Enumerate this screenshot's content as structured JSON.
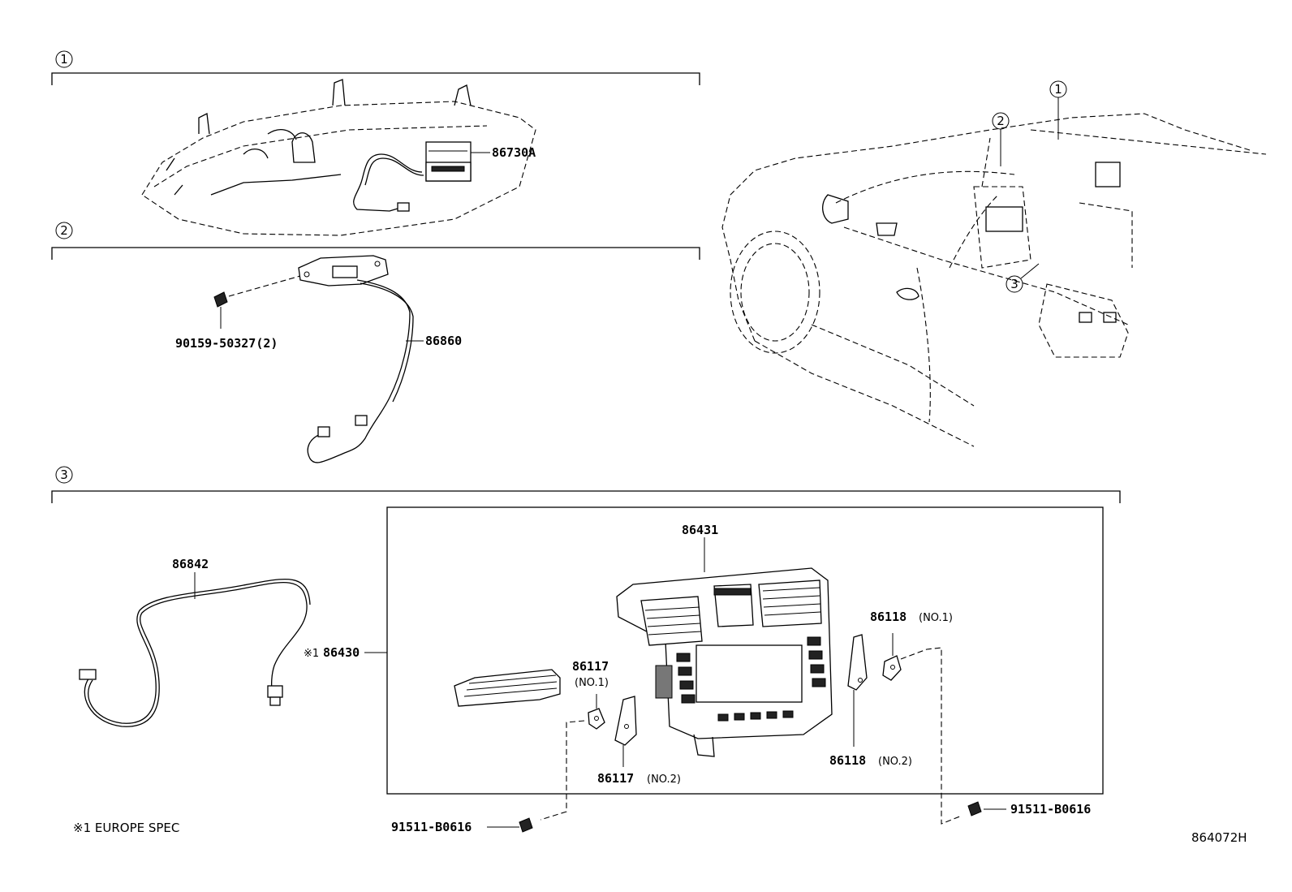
{
  "sections": [
    {
      "marker": "1"
    },
    {
      "marker": "2"
    },
    {
      "marker": "3"
    }
  ],
  "overview_markers": [
    "1",
    "2",
    "3"
  ],
  "callouts": {
    "p86730A": "86730A",
    "p86860": "86860",
    "p90159": "90159-50327(2)",
    "p86842": "86842",
    "p86430": "86430",
    "p86430_note": "※1",
    "p86431": "86431",
    "p86117_a": "86117",
    "p86117_a_sub": "(NO.1)",
    "p86117_b": "86117",
    "p86117_b_sub": "(NO.2)",
    "p86118_a": "86118",
    "p86118_a_sub": "(NO.1)",
    "p86118_b": "86118",
    "p86118_b_sub": "(NO.2)",
    "p91511_left": "91511-B0616",
    "p91511_right": "91511-B0616"
  },
  "footnote": "※1 EUROPE SPEC",
  "diagram_code": "864072H"
}
